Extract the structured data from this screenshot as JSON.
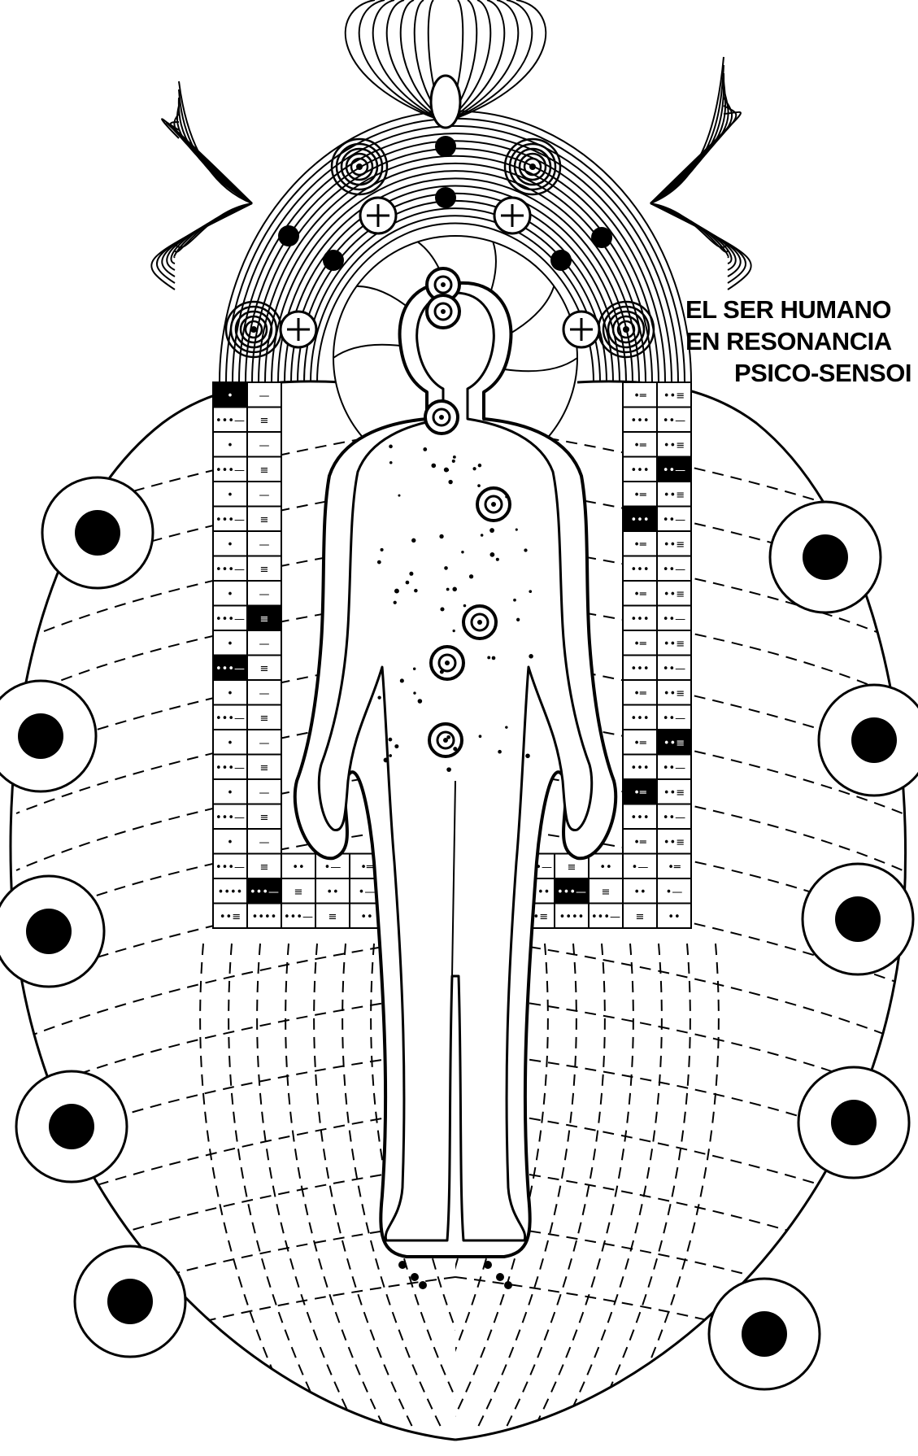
{
  "title": {
    "line1": "EL SER HUMANO",
    "line2": "EN RESONANCIA",
    "line3": "PSICO-SENSOI"
  },
  "colors": {
    "ink": "#000000",
    "paper": "#ffffff"
  },
  "elements": {
    "body_centers": 7,
    "grid_glyphs": [
      "•",
      "••",
      "•••",
      "••••",
      "—",
      "•—",
      "••—",
      "•••—",
      "═",
      "•═",
      "••═",
      "≡",
      "•≡",
      "••≡"
    ]
  }
}
